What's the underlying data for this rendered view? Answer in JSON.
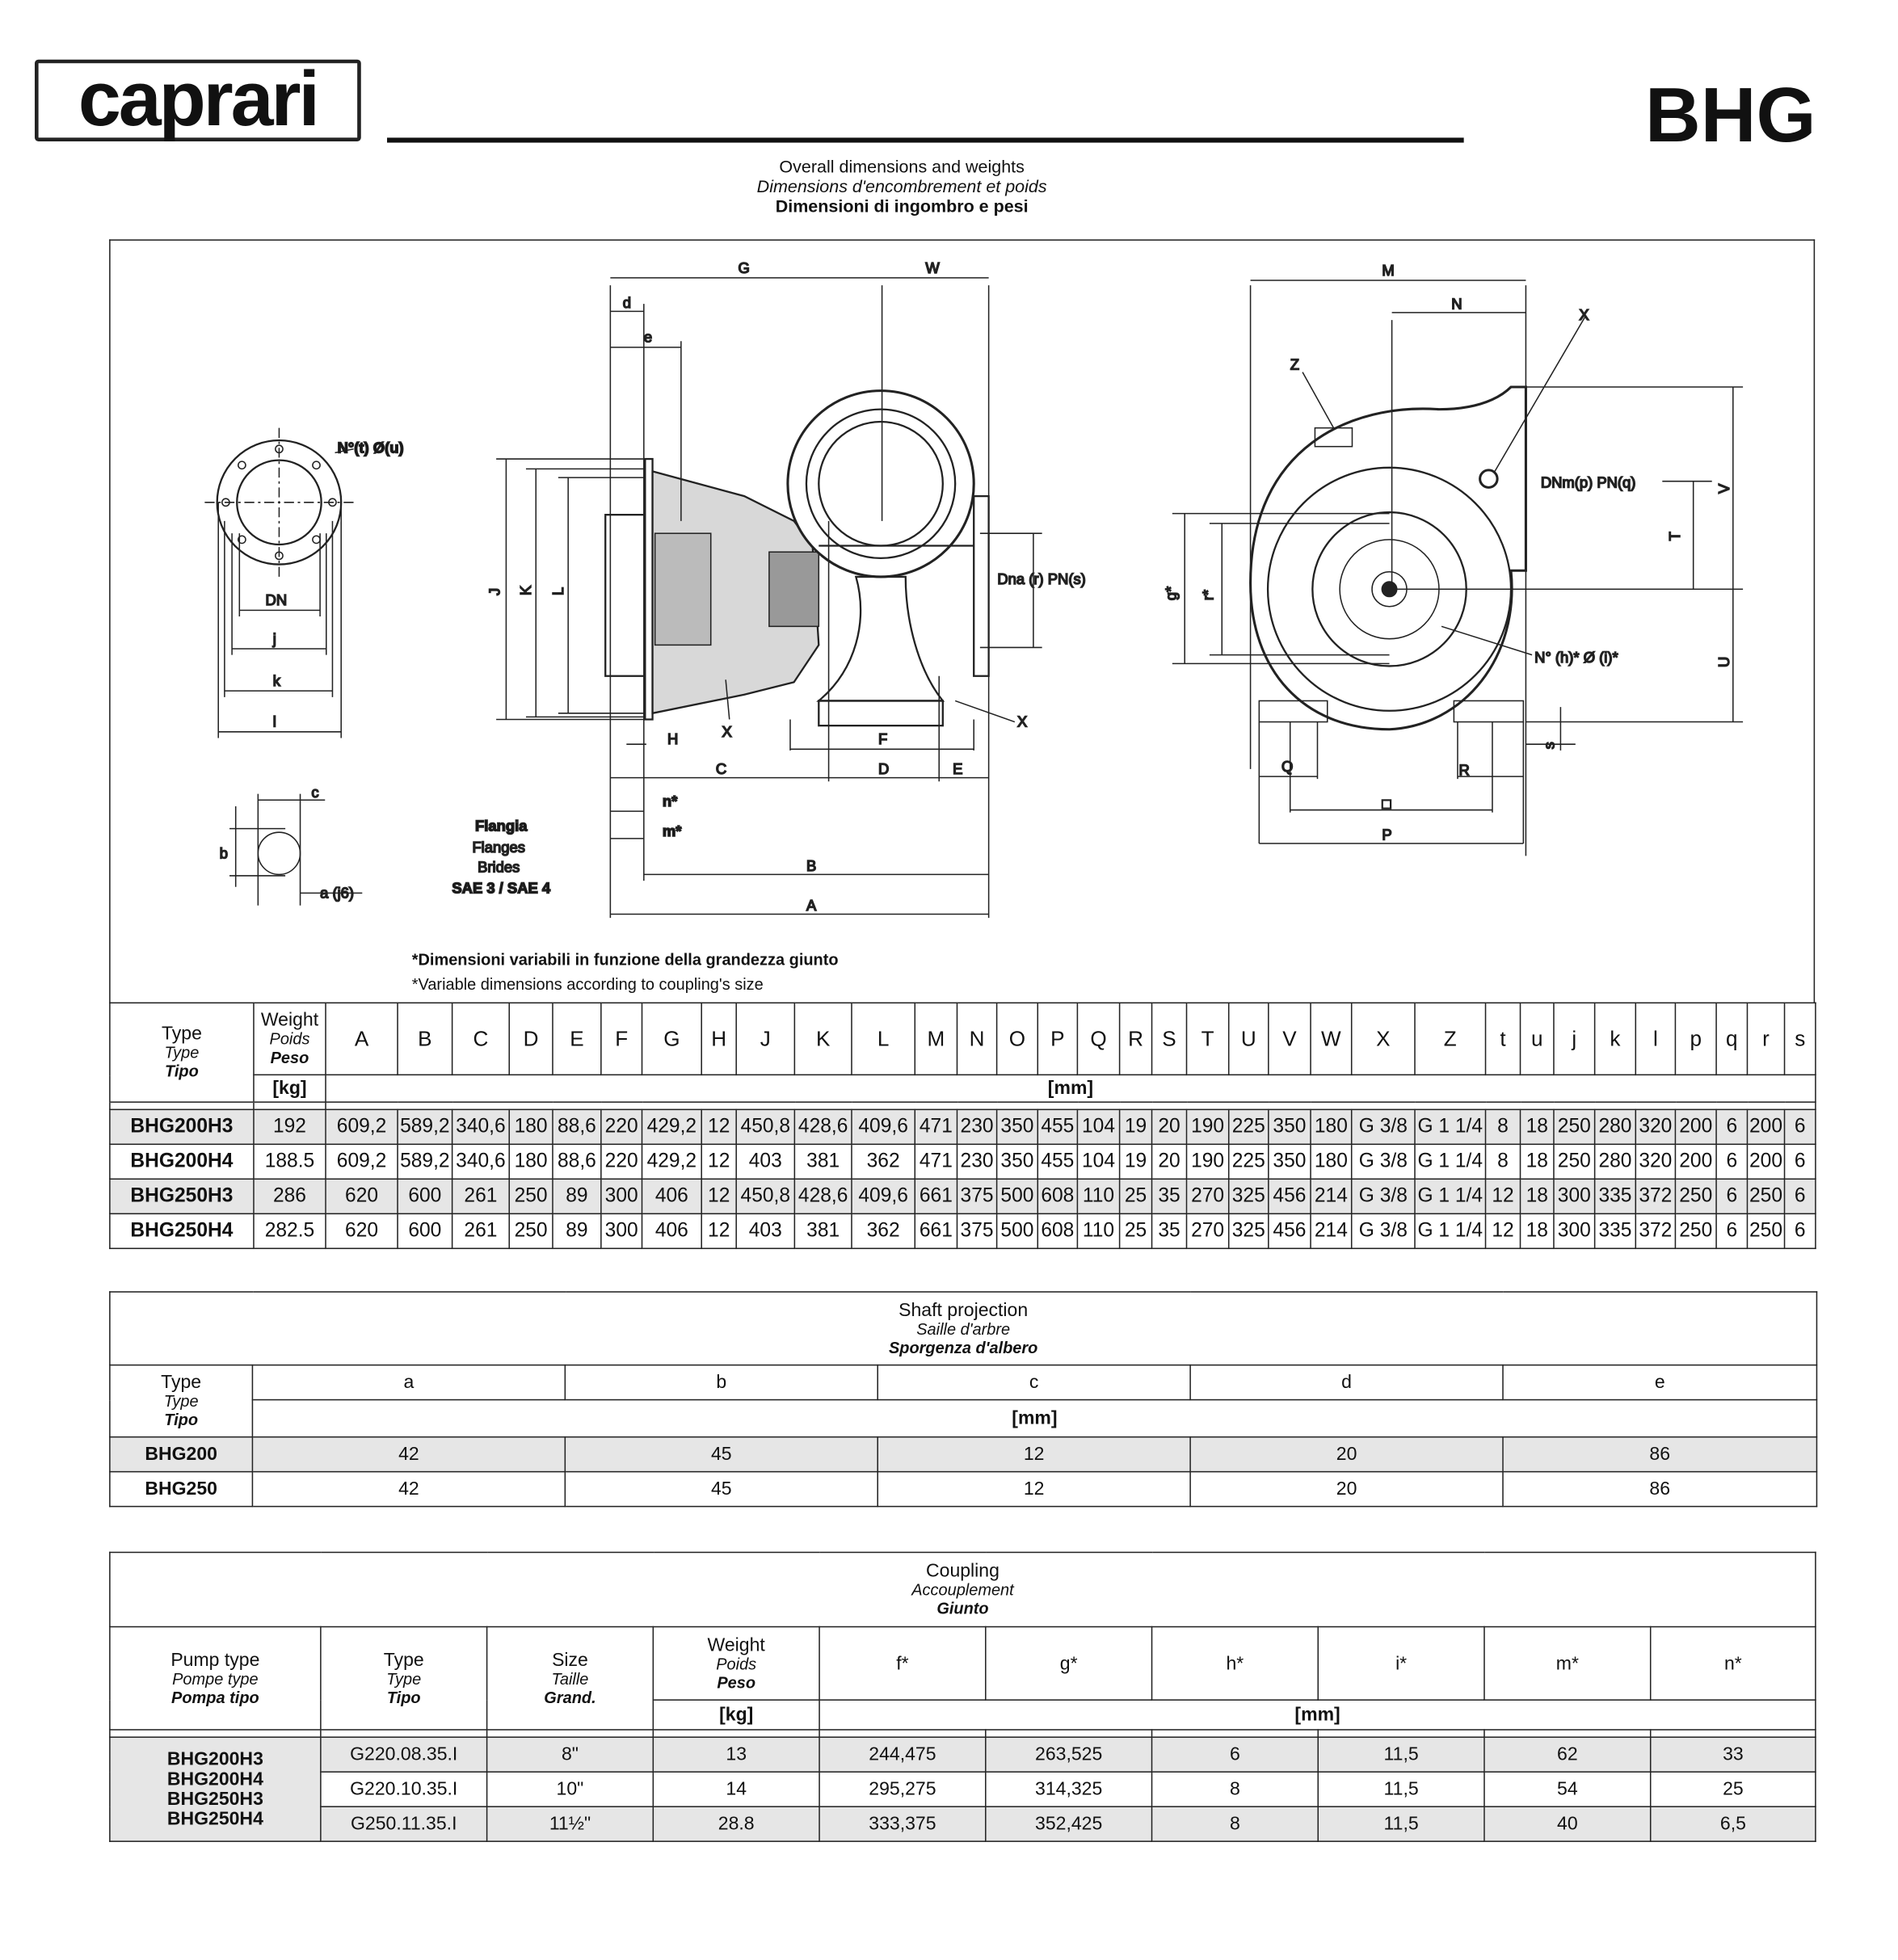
{
  "header": {
    "logo": "caprari",
    "series": "BHG",
    "title_en": "Overall dimensions and weights",
    "title_fr": "Dimensions d'encombrement et poids",
    "title_it": "Dimensioni di ingombro e pesi"
  },
  "drawing": {
    "flange_holes": "N°(t)  Ø(u)",
    "dn": "DN",
    "j": "j",
    "k": "k",
    "l": "l",
    "c": "c",
    "b": "b",
    "a": "a (j6)",
    "flangia": "Flangia",
    "flanges": "Flanges",
    "brides": "Brides",
    "sae": "SAE 3 / SAE 4",
    "G": "G",
    "W": "W",
    "d": "d",
    "e": "e",
    "J": "J",
    "K": "K",
    "L": "L",
    "H": "H",
    "X": "X",
    "F": "F",
    "C": "C",
    "D": "D",
    "E": "E",
    "n": "n*",
    "m": "m*",
    "B": "B",
    "A": "A",
    "dna": "Dna (r) PN(s)",
    "M": "M",
    "N": "N",
    "Z": "Z",
    "dnm": "DNm(p) PN(q)",
    "V": "V",
    "T": "T",
    "U": "U",
    "g": "g*",
    "r": "r*",
    "holes_h": "N° (h)*  Ø (i)*",
    "s": "s",
    "Q": "Q",
    "R": "R",
    "sq": "□",
    "P": "P",
    "note_it": "*Dimensioni variabili in funzione della grandezza giunto",
    "note_en": "*Variable dimensions according to coupling's size"
  },
  "main_table": {
    "type_h": [
      "Type",
      "Type",
      "Tipo"
    ],
    "weight_h": [
      "Weight",
      "Poids",
      "Peso"
    ],
    "kg": "[kg]",
    "mm": "[mm]",
    "columns": [
      "A",
      "B",
      "C",
      "D",
      "E",
      "F",
      "G",
      "H",
      "J",
      "K",
      "L",
      "M",
      "N",
      "O",
      "P",
      "Q",
      "R",
      "S",
      "T",
      "U",
      "V",
      "W",
      "X",
      "Z",
      "t",
      "u",
      "j",
      "k",
      "l",
      "p",
      "q",
      "r",
      "s"
    ],
    "rows": [
      [
        "BHG200H3",
        "192",
        "609,2",
        "589,2",
        "340,6",
        "180",
        "88,6",
        "220",
        "429,2",
        "12",
        "450,8",
        "428,6",
        "409,6",
        "471",
        "230",
        "350",
        "455",
        "104",
        "19",
        "20",
        "190",
        "225",
        "350",
        "180",
        "G 3/8",
        "G 1 1/4",
        "8",
        "18",
        "250",
        "280",
        "320",
        "200",
        "6",
        "200",
        "6"
      ],
      [
        "BHG200H4",
        "188.5",
        "609,2",
        "589,2",
        "340,6",
        "180",
        "88,6",
        "220",
        "429,2",
        "12",
        "403",
        "381",
        "362",
        "471",
        "230",
        "350",
        "455",
        "104",
        "19",
        "20",
        "190",
        "225",
        "350",
        "180",
        "G 3/8",
        "G 1 1/4",
        "8",
        "18",
        "250",
        "280",
        "320",
        "200",
        "6",
        "200",
        "6"
      ],
      [
        "BHG250H3",
        "286",
        "620",
        "600",
        "261",
        "250",
        "89",
        "300",
        "406",
        "12",
        "450,8",
        "428,6",
        "409,6",
        "661",
        "375",
        "500",
        "608",
        "110",
        "25",
        "35",
        "270",
        "325",
        "456",
        "214",
        "G 3/8",
        "G 1 1/4",
        "12",
        "18",
        "300",
        "335",
        "372",
        "250",
        "6",
        "250",
        "6"
      ],
      [
        "BHG250H4",
        "282.5",
        "620",
        "600",
        "261",
        "250",
        "89",
        "300",
        "406",
        "12",
        "403",
        "381",
        "362",
        "661",
        "375",
        "500",
        "608",
        "110",
        "25",
        "35",
        "270",
        "325",
        "456",
        "214",
        "G 3/8",
        "G 1 1/4",
        "12",
        "18",
        "300",
        "335",
        "372",
        "250",
        "6",
        "250",
        "6"
      ]
    ]
  },
  "shaft_table": {
    "title": [
      "Shaft projection",
      "Saille d'arbre",
      "Sporgenza d'albero"
    ],
    "type_h": [
      "Type",
      "Type",
      "Tipo"
    ],
    "mm": "[mm]",
    "columns": [
      "a",
      "b",
      "c",
      "d",
      "e"
    ],
    "rows": [
      [
        "BHG200",
        "42",
        "45",
        "12",
        "20",
        "86"
      ],
      [
        "BHG250",
        "42",
        "45",
        "12",
        "20",
        "86"
      ]
    ]
  },
  "coupling_table": {
    "title": [
      "Coupling",
      "Accouplement",
      "Giunto"
    ],
    "pump_h": [
      "Pump type",
      "Pompe type",
      "Pompa tipo"
    ],
    "type_h": [
      "Type",
      "Type",
      "Tipo"
    ],
    "size_h": [
      "Size",
      "Taille",
      "Grand."
    ],
    "weight_h": [
      "Weight",
      "Poids",
      "Peso"
    ],
    "kg": "[kg]",
    "mm": "[mm]",
    "columns": [
      "f*",
      "g*",
      "h*",
      "i*",
      "m*",
      "n*"
    ],
    "pumps": [
      "BHG200H3",
      "BHG200H4",
      "BHG250H3",
      "BHG250H4"
    ],
    "rows": [
      [
        "G220.08.35.I",
        "8\"",
        "13",
        "244,475",
        "263,525",
        "6",
        "11,5",
        "62",
        "33"
      ],
      [
        "G220.10.35.I",
        "10\"",
        "14",
        "295,275",
        "314,325",
        "8",
        "11,5",
        "54",
        "25"
      ],
      [
        "G250.11.35.I",
        "11½\"",
        "28.8",
        "333,375",
        "352,425",
        "8",
        "11,5",
        "40",
        "6,5"
      ]
    ]
  }
}
